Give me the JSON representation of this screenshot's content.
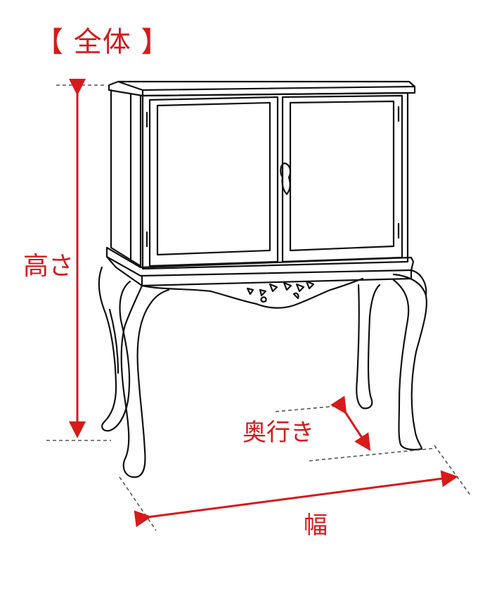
{
  "title": "【 全体 】",
  "dimensions": {
    "height_label": "高さ",
    "depth_label": "奥行き",
    "width_label": "幅"
  },
  "colors": {
    "accent": "#d71a1a",
    "line": "#111111",
    "guide": "#555555"
  }
}
